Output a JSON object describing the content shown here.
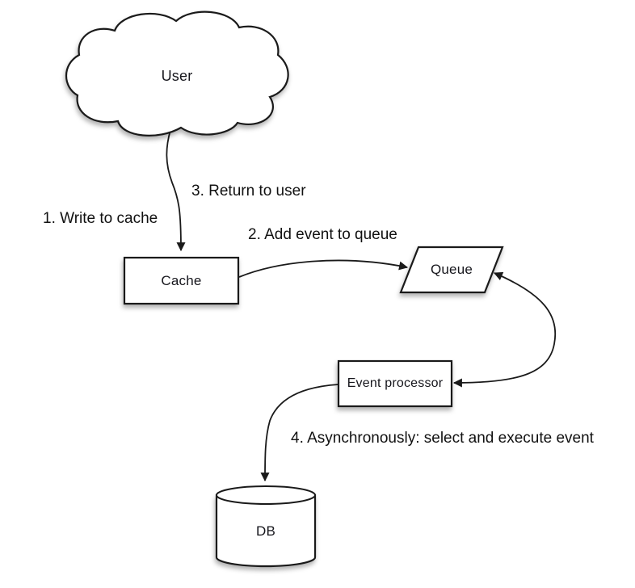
{
  "diagram": {
    "nodes": {
      "user": {
        "label": "User",
        "shape": "cloud"
      },
      "cache": {
        "label": "Cache",
        "shape": "rectangle"
      },
      "queue": {
        "label": "Queue",
        "shape": "parallelogram"
      },
      "event_processor": {
        "label": "Event processor",
        "shape": "rectangle"
      },
      "db": {
        "label": "DB",
        "shape": "cylinder"
      }
    },
    "edges": [
      {
        "from": "user",
        "to": "cache",
        "label_ref": "step1"
      },
      {
        "from": "cache",
        "to": "queue",
        "label_ref": "step2"
      },
      {
        "from": "queue",
        "to": "event_processor",
        "bidirectional": true
      },
      {
        "from": "event_processor",
        "to": "db",
        "label_ref": "step4"
      }
    ],
    "edge_labels": {
      "step1": "1. Write to cache",
      "step2": "2. Add event to queue",
      "step3": "3. Return to user",
      "step4": "4. Asynchronously: select and execute event"
    },
    "colors": {
      "stroke": "#1a1a1a",
      "shape_fill": "#ffffff",
      "text": "#16161c",
      "background": "#ffffff"
    }
  }
}
